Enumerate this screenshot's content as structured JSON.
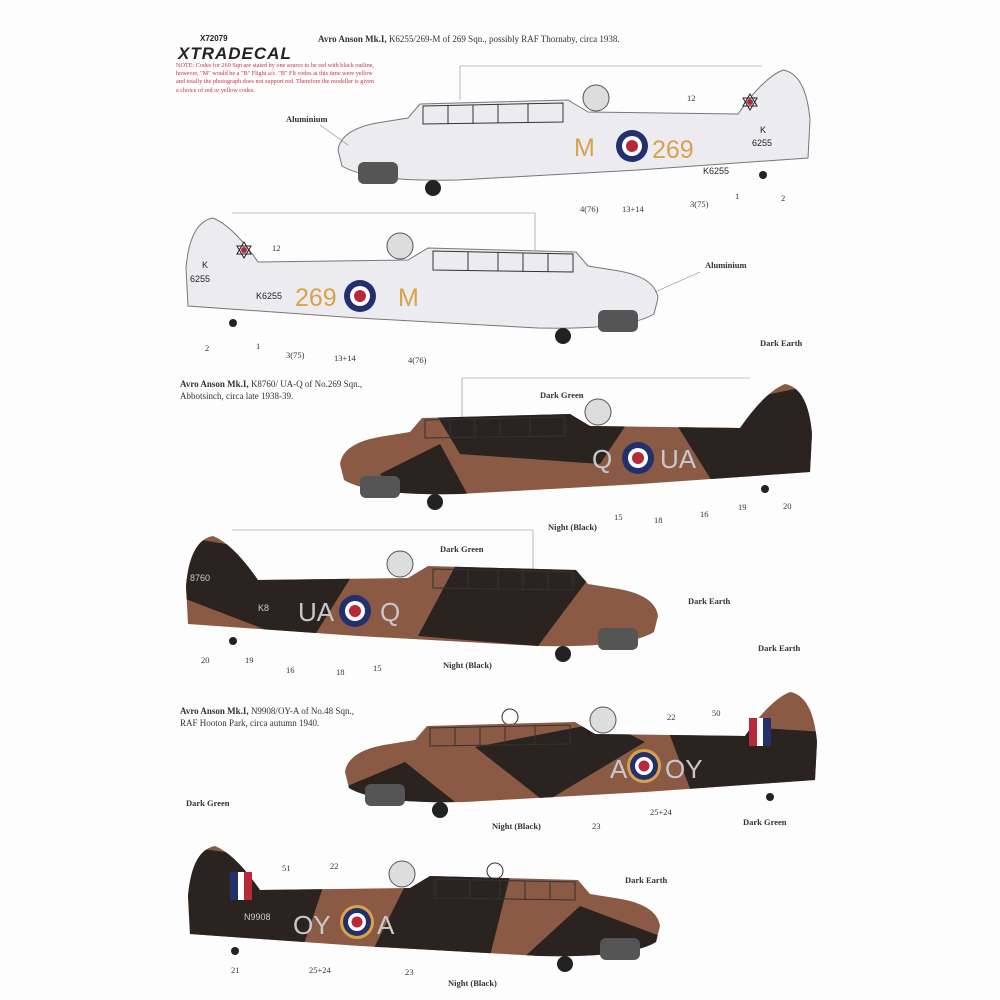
{
  "logo": {
    "code": "X72079",
    "brand": "XTRADECAL"
  },
  "note": "NOTE: Codes for 269 Sqn are stated by one source to be red with black outline, however, \"M\" would be a \"B\" Flight a/c. \"B\" Flt codes at this time were yellow and totally the photograph does not support red. Therefore the modeller is given a choice of red or yellow codes.",
  "schemes": [
    {
      "type": "Avro Anson Mk.I,",
      "desc": "K6255/269-M of  269 Sqn., possibly RAF Thornaby, circa 1938."
    },
    {
      "type": "Avro Anson Mk.I,",
      "desc": "K8760/ UA-Q of No.269 Sqn.,",
      "desc2": "Abbotsinch, circa late 1938-39."
    },
    {
      "type": "Avro Anson Mk.I,",
      "desc": "N9908/OY-A of No.48 Sqn.,",
      "desc2": "RAF Hooton Park, circa autumn 1940."
    }
  ],
  "colors": {
    "aluminium": "#e8e8ec",
    "dark_earth": "#8a5a45",
    "dark_green": "#2b231f",
    "night": "#151212",
    "code_yellow": "#d9a24a",
    "code_grey": "#c8c8cc",
    "roundel_blue": "#23306e",
    "roundel_red": "#b8283a"
  },
  "plane1": {
    "finial_code": "K",
    "fin_serial": "6255",
    "code_m": "M",
    "code_269": "269",
    "serial": "K6255",
    "colour": "Aluminium",
    "callouts": [
      "12",
      "4(76)",
      "13+14",
      "3(75)",
      "1",
      "2"
    ]
  },
  "plane2": {
    "finial_code": "K",
    "fin_serial": "6255",
    "code_m": "M",
    "code_269": "269",
    "serial": "K6255",
    "colour": "Aluminium",
    "callouts": [
      "12",
      "2",
      "1",
      "3(75)",
      "13+14",
      "4(76)"
    ]
  },
  "plane3": {
    "code_a": "Q",
    "code_b": "UA",
    "colours": [
      "Dark Earth",
      "Dark Green",
      "Night (Black)"
    ],
    "callouts": [
      "15",
      "18",
      "16",
      "19",
      "20"
    ]
  },
  "plane4": {
    "fin_serial": "8760",
    "serial": "K8",
    "code_a": "UA",
    "code_b": "Q",
    "colours": [
      "Dark Green",
      "Dark Earth",
      "Night (Black)"
    ],
    "callouts": [
      "20",
      "19",
      "16",
      "18",
      "15"
    ]
  },
  "plane5": {
    "code_a": "A",
    "code_b": "OY",
    "colours": [
      "Dark Earth",
      "Night (Black)",
      "Dark Green"
    ],
    "callouts": [
      "50",
      "22",
      "23",
      "25+24"
    ]
  },
  "plane6": {
    "serial": "N9908",
    "code_a": "OY",
    "code_b": "A",
    "colours": [
      "Dark Green",
      "Dark Earth",
      "Night (Black)"
    ],
    "callouts": [
      "51",
      "22",
      "21",
      "25+24",
      "23"
    ]
  }
}
